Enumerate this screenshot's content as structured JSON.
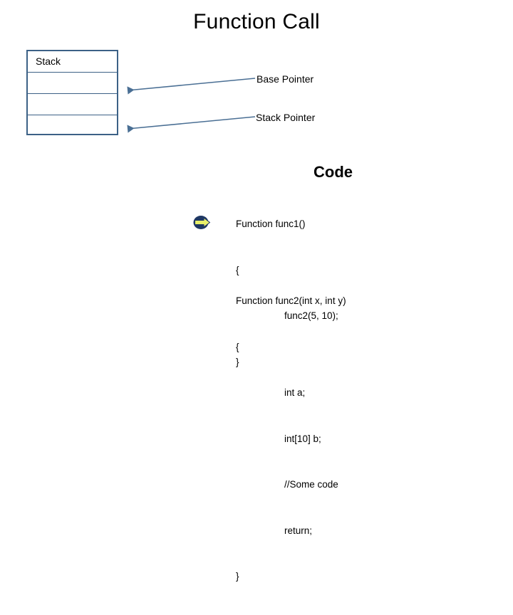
{
  "slide": {
    "title": "Function Call",
    "background_color": "#ffffff"
  },
  "stack": {
    "label": "Stack",
    "border_color": "#3c6186",
    "row_count": 4,
    "rows": [
      "Stack",
      "",
      "",
      ""
    ]
  },
  "pointers": [
    {
      "label": "Base Pointer",
      "color": "#4a6f94",
      "target_row": 2
    },
    {
      "label": "Stack Pointer",
      "color": "#4a6f94",
      "target_row": 4
    }
  ],
  "code": {
    "heading": "Code",
    "marker_icon": "right-arrow-marker-icon",
    "marker_colors": {
      "body": "#1f3864",
      "arrow": "#e8f06a"
    },
    "functions": [
      {
        "name": "func1",
        "lines": [
          {
            "text": "Function func1()",
            "indent": false
          },
          {
            "text": "{",
            "indent": false
          },
          {
            "text": "func2(5, 10);",
            "indent": true
          },
          {
            "text": "}",
            "indent": false
          }
        ]
      },
      {
        "name": "func2",
        "lines": [
          {
            "text": "Function func2(int x, int y)",
            "indent": false
          },
          {
            "text": "{",
            "indent": false
          },
          {
            "text": "int a;",
            "indent": true
          },
          {
            "text": "int[10] b;",
            "indent": true
          },
          {
            "text": "//Some code",
            "indent": true
          },
          {
            "text": "return;",
            "indent": true
          },
          {
            "text": "}",
            "indent": false
          }
        ]
      }
    ]
  }
}
